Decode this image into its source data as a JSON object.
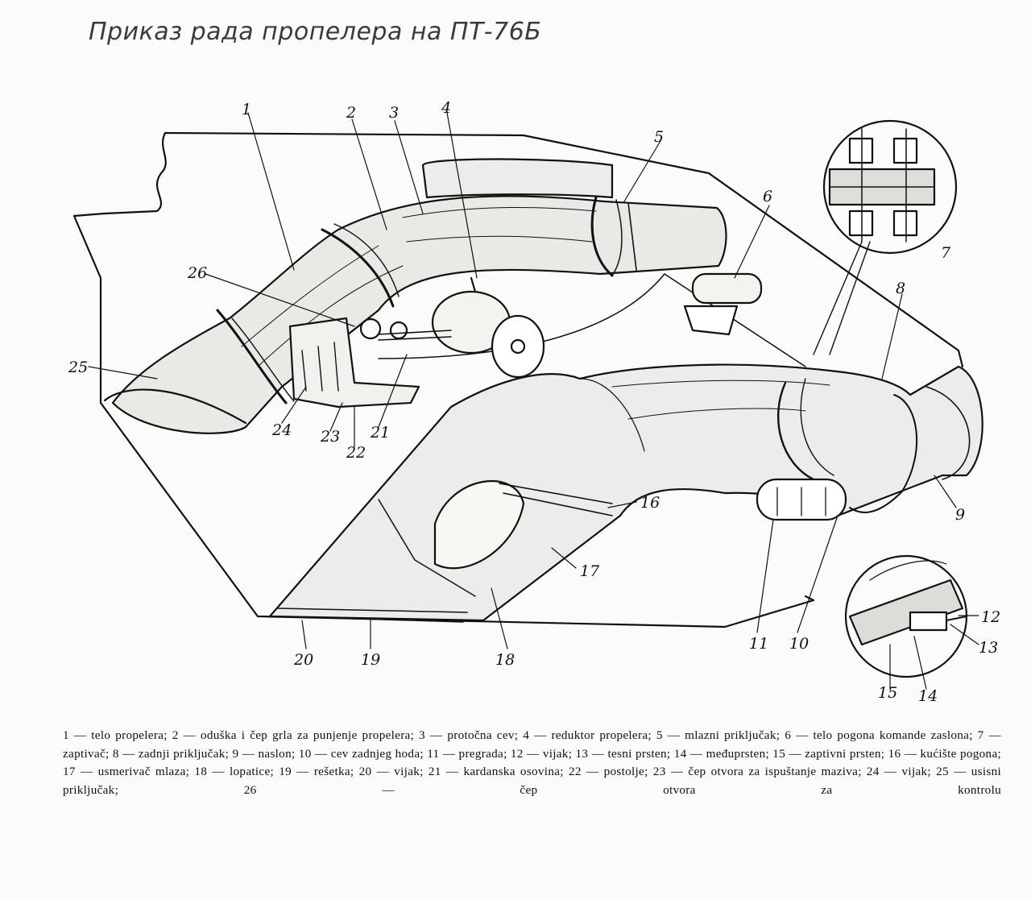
{
  "title": "Приказ рада пропелера на ПТ-76Б",
  "callouts": [
    "1",
    "2",
    "3",
    "4",
    "5",
    "6",
    "7",
    "8",
    "9",
    "10",
    "11",
    "12",
    "13",
    "14",
    "15",
    "16",
    "17",
    "18",
    "19",
    "20",
    "21",
    "22",
    "23",
    "24",
    "25",
    "26"
  ],
  "legend": "1 — telo propelera; 2 — oduška i čep grla za punjenje propelera; 3 — protočna cev; 4 — reduktor propelera; 5 — mlazni priključak; 6 — telo pogona komande zaslona; 7 — zaptivač; 8 — zadnji priključak; 9 — naslon; 10 — cev zadnjeg hoda; 11 — pregrada; 12 — vijak; 13 — tesni prsten; 14 — međuprsten; 15 — zaptivni prsten; 16 — kućište pogona; 17 — usmerivač mlaza; 18 — lopatice; 19 — rešetka; 20 — vijak; 21 — kardanska osovina; 22 — postolje; 23 — čep otvora za ispuštanje maziva; 24 — vijak; 25 — usisni priključak; 26 — čep otvora za kontrolu"
}
